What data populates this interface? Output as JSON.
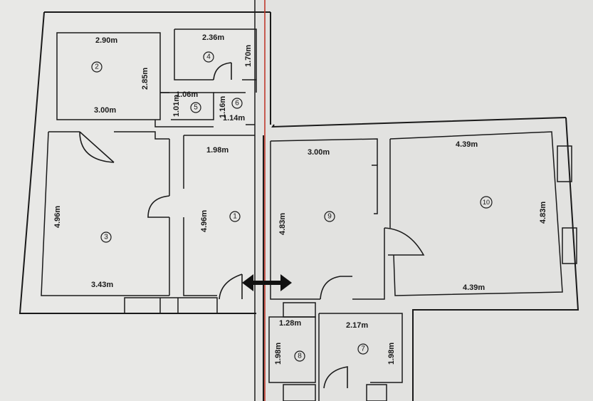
{
  "rooms": [
    {
      "number": "1",
      "dims": [
        "1.98m",
        "4.96m"
      ]
    },
    {
      "number": "2",
      "dims": [
        "2.90m",
        "2.85m",
        "3.00m"
      ]
    },
    {
      "number": "3",
      "dims": [
        "4.96m",
        "3.43m"
      ]
    },
    {
      "number": "4",
      "dims": [
        "2.36m",
        "1.70m"
      ]
    },
    {
      "number": "5",
      "dims": [
        "1.06m",
        "1.01m",
        "1.16m"
      ]
    },
    {
      "number": "6",
      "dims": [
        "1.14m"
      ]
    },
    {
      "number": "7",
      "dims": [
        "2.17m",
        "1.98m"
      ]
    },
    {
      "number": "8",
      "dims": [
        "1.28m",
        "1.98m"
      ]
    },
    {
      "number": "9",
      "dims": [
        "3.00m",
        "4.83m"
      ]
    },
    {
      "number": "10",
      "dims": [
        "4.39m",
        "4.83m",
        "4.39m"
      ]
    }
  ],
  "colors": {
    "divider_line": "#c0392b",
    "walls": "#1a1a1a",
    "paper": "#e8e8e6",
    "arrow": "#111111"
  }
}
